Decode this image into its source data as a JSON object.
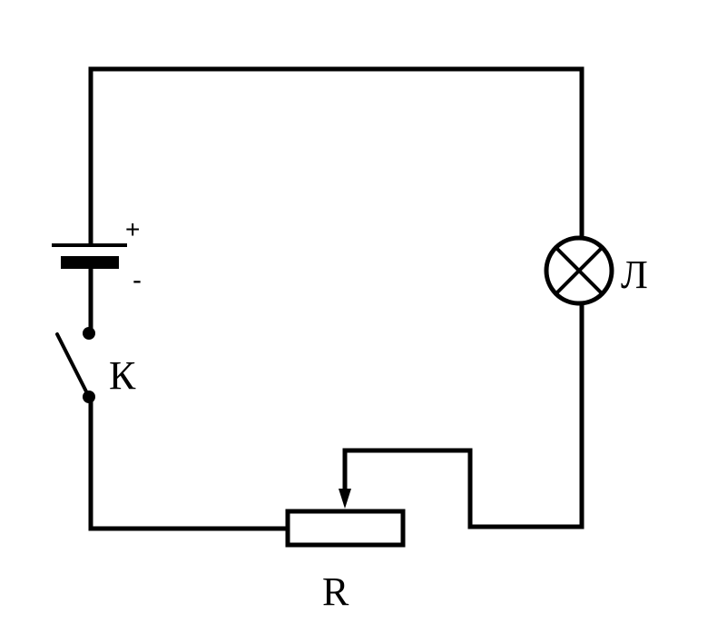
{
  "labels": {
    "battery_plus": "+",
    "battery_minus": "-",
    "switch": "К",
    "lamp": "Л",
    "rheostat": "R"
  },
  "colors": {
    "background": "#ffffff",
    "ink": "#000000"
  }
}
